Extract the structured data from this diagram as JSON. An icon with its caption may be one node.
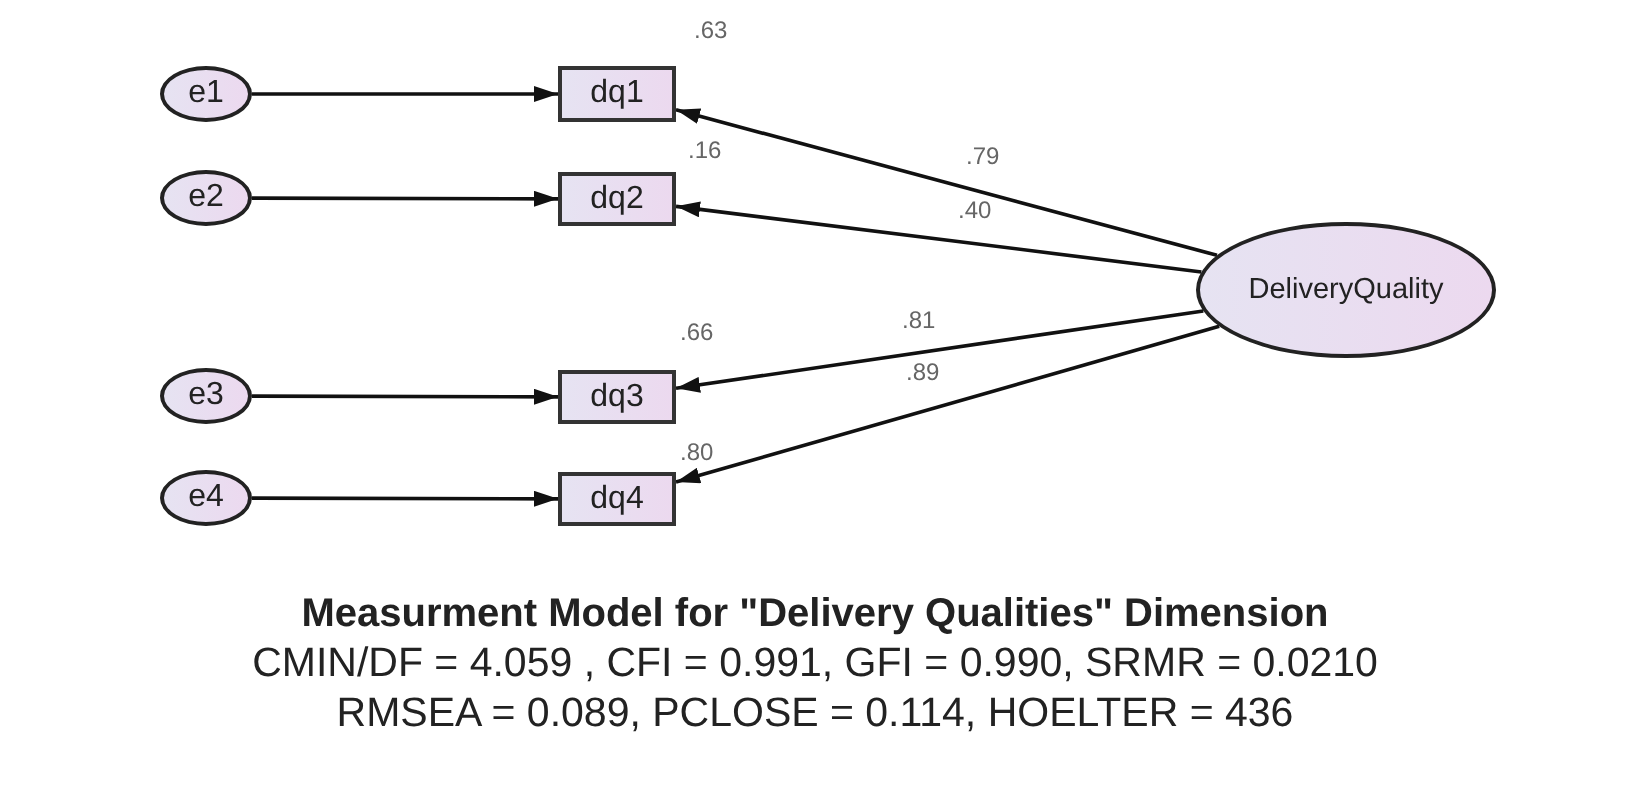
{
  "diagram": {
    "title": "Measurment Model for \"Delivery Qualities\" Dimension",
    "nodes": [
      {
        "text": [
          "e1"
        ]
      },
      {
        "text": [
          "e2"
        ]
      },
      {
        "text": [
          "e3"
        ]
      },
      {
        "text": [
          "e4"
        ]
      },
      {
        "text": [
          "dq1"
        ],
        "beside": [
          ".63"
        ]
      },
      {
        "text": [
          "dq2"
        ],
        "beside": [
          ".16"
        ]
      },
      {
        "text": [
          "dq3"
        ],
        "beside": [
          ".66"
        ]
      },
      {
        "text": [
          "dq4"
        ],
        "beside": [
          ".80"
        ]
      },
      {
        "text": [
          "DeliveryQuality"
        ]
      }
    ],
    "edges": [
      {
        "from": 0,
        "to": 4,
        "arrow": "to"
      },
      {
        "from": 1,
        "to": 5,
        "arrow": "to"
      },
      {
        "from": 2,
        "to": 6,
        "arrow": "to"
      },
      {
        "from": 3,
        "to": 7,
        "arrow": "to"
      },
      {
        "from": 8,
        "to": 4,
        "arrow": "to",
        "label": ".79"
      },
      {
        "from": 8,
        "to": 5,
        "arrow": "to",
        "label": ".40"
      },
      {
        "from": 8,
        "to": 6,
        "arrow": "to",
        "label": ".81"
      },
      {
        "from": 8,
        "to": 7,
        "arrow": "to",
        "label": ".89"
      }
    ],
    "labels": [
      "CMIN/DF = 4.059 , CFI = 0.991, GFI = 0.990, SRMR = 0.0210",
      "RMSEA = 0.089, PCLOSE = 0.114, HOELTER = 436"
    ]
  }
}
